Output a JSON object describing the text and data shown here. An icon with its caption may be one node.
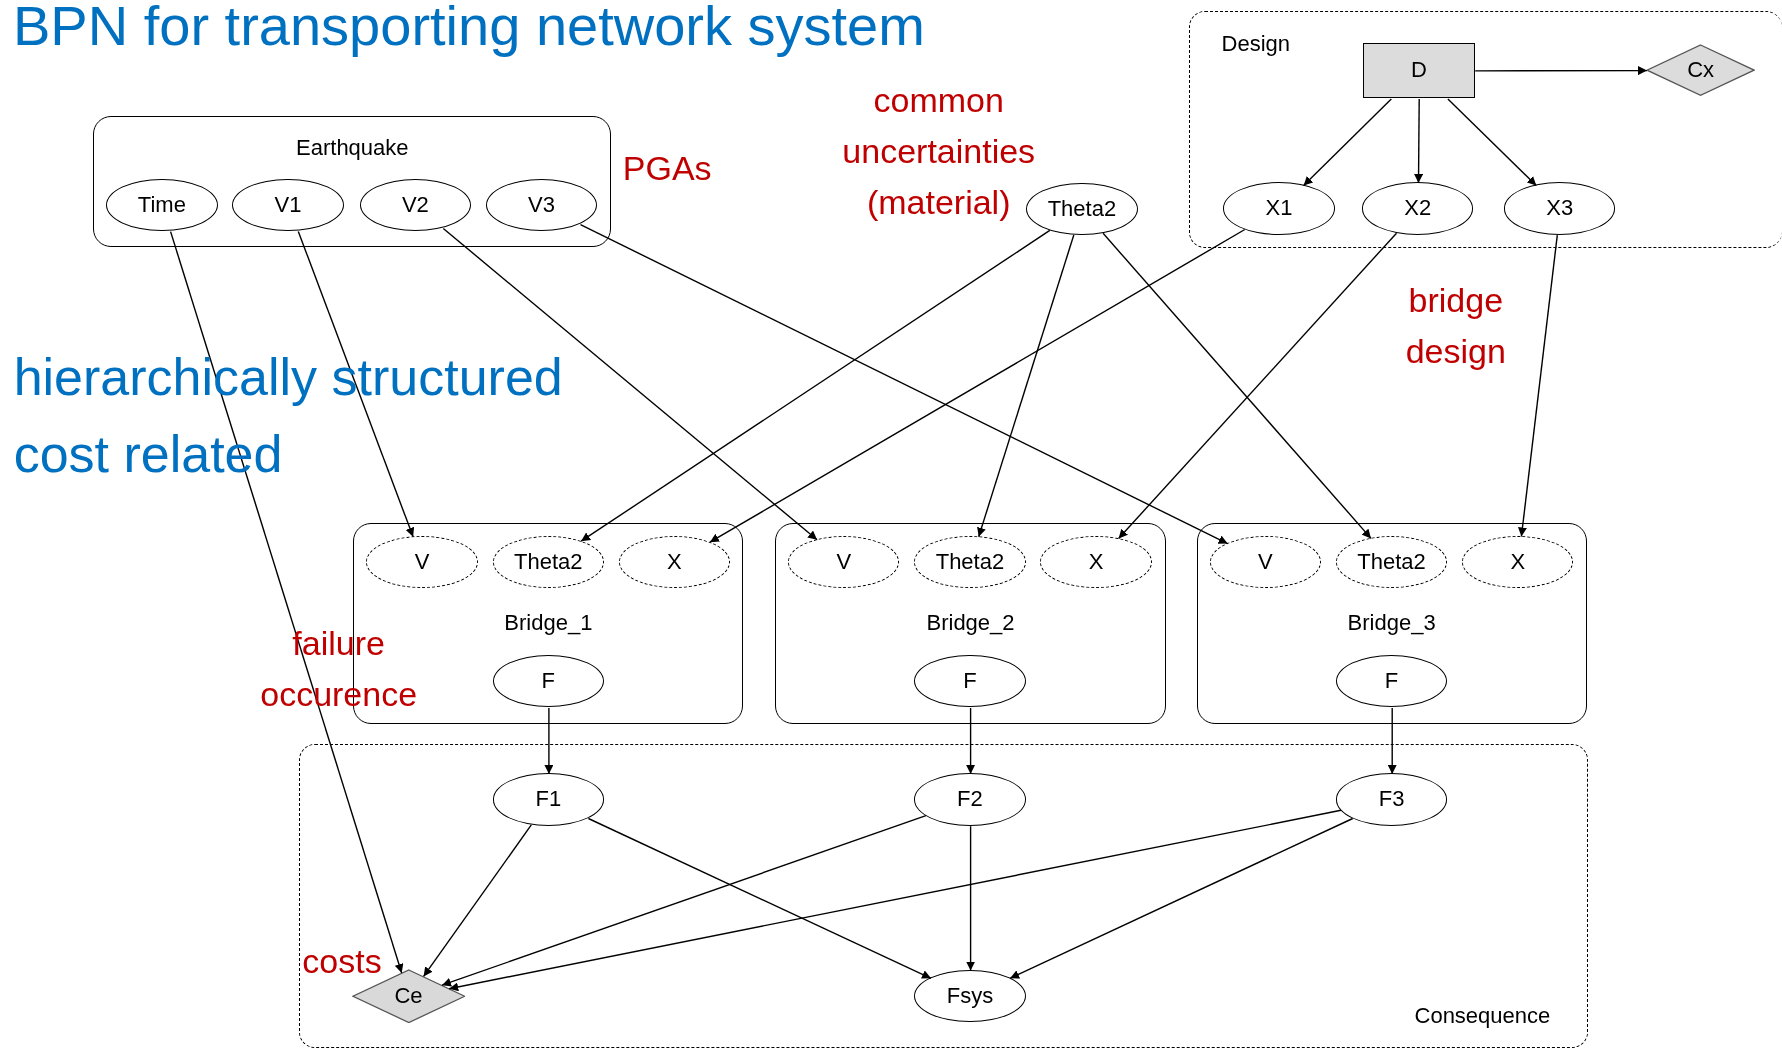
{
  "diagram": {
    "title": "BPN for transporting network system",
    "nodes": [
      {
        "text": [
          "Earthquake"
        ]
      },
      {
        "text": [
          "Time"
        ],
        "in": 0
      },
      {
        "text": [
          "V1"
        ],
        "in": 0
      },
      {
        "text": [
          "V2"
        ],
        "in": 0
      },
      {
        "text": [
          "V3"
        ],
        "in": 0
      },
      {
        "text": [
          "Design"
        ]
      },
      {
        "text": [
          "D"
        ],
        "in": 5
      },
      {
        "text": [
          "Cx"
        ],
        "in": 5
      },
      {
        "text": [
          "X1"
        ],
        "in": 5
      },
      {
        "text": [
          "X2"
        ],
        "in": 5
      },
      {
        "text": [
          "X3"
        ],
        "in": 5
      },
      {
        "text": [
          "Theta2"
        ]
      },
      {
        "text": [
          "Bridge_1"
        ]
      },
      {
        "text": [
          "V"
        ],
        "in": 12
      },
      {
        "text": [
          "Theta2"
        ],
        "in": 12
      },
      {
        "text": [
          "X"
        ],
        "in": 12
      },
      {
        "text": [
          "F"
        ],
        "in": 12
      },
      {
        "text": [
          "Bridge_2"
        ]
      },
      {
        "text": [
          "V"
        ],
        "in": 17
      },
      {
        "text": [
          "Theta2"
        ],
        "in": 17
      },
      {
        "text": [
          "X"
        ],
        "in": 17
      },
      {
        "text": [
          "F"
        ],
        "in": 17
      },
      {
        "text": [
          "Bridge_3"
        ]
      },
      {
        "text": [
          "V"
        ],
        "in": 22
      },
      {
        "text": [
          "Theta2"
        ],
        "in": 22
      },
      {
        "text": [
          "X"
        ],
        "in": 22
      },
      {
        "text": [
          "F"
        ],
        "in": 22
      },
      {
        "text": [
          "Consequence"
        ]
      },
      {
        "text": [
          "F1"
        ],
        "in": 27
      },
      {
        "text": [
          "F2"
        ],
        "in": 27
      },
      {
        "text": [
          "F3"
        ],
        "in": 27
      },
      {
        "text": [
          "Ce"
        ],
        "in": 27
      },
      {
        "text": [
          "Fsys"
        ],
        "in": 27
      }
    ],
    "edges": [
      {
        "from": 6,
        "to": 7,
        "arrow": "to"
      },
      {
        "from": 6,
        "to": 8,
        "arrow": "to"
      },
      {
        "from": 6,
        "to": 9,
        "arrow": "to"
      },
      {
        "from": 6,
        "to": 10,
        "arrow": "to"
      },
      {
        "from": 1,
        "to": 31,
        "arrow": "to"
      },
      {
        "from": 2,
        "to": 13,
        "arrow": "to"
      },
      {
        "from": 3,
        "to": 18,
        "arrow": "to"
      },
      {
        "from": 4,
        "to": 23,
        "arrow": "to"
      },
      {
        "from": 11,
        "to": 14,
        "arrow": "to"
      },
      {
        "from": 11,
        "to": 19,
        "arrow": "to"
      },
      {
        "from": 11,
        "to": 24,
        "arrow": "to"
      },
      {
        "from": 8,
        "to": 15,
        "arrow": "to"
      },
      {
        "from": 9,
        "to": 20,
        "arrow": "to"
      },
      {
        "from": 10,
        "to": 25,
        "arrow": "to"
      },
      {
        "from": 16,
        "to": 28,
        "arrow": "to"
      },
      {
        "from": 21,
        "to": 29,
        "arrow": "to"
      },
      {
        "from": 26,
        "to": 30,
        "arrow": "to"
      },
      {
        "from": 28,
        "to": 31,
        "arrow": "to"
      },
      {
        "from": 28,
        "to": 32,
        "arrow": "to"
      },
      {
        "from": 29,
        "to": 31,
        "arrow": "to"
      },
      {
        "from": 29,
        "to": 32,
        "arrow": "to"
      },
      {
        "from": 30,
        "to": 31,
        "arrow": "to"
      },
      {
        "from": 30,
        "to": 32,
        "arrow": "to"
      }
    ],
    "labels": [
      "common uncertainties (material)",
      "PGAs",
      "bridge design",
      "hierarchically structured",
      "cost related",
      "failure occurence",
      "costs"
    ]
  }
}
